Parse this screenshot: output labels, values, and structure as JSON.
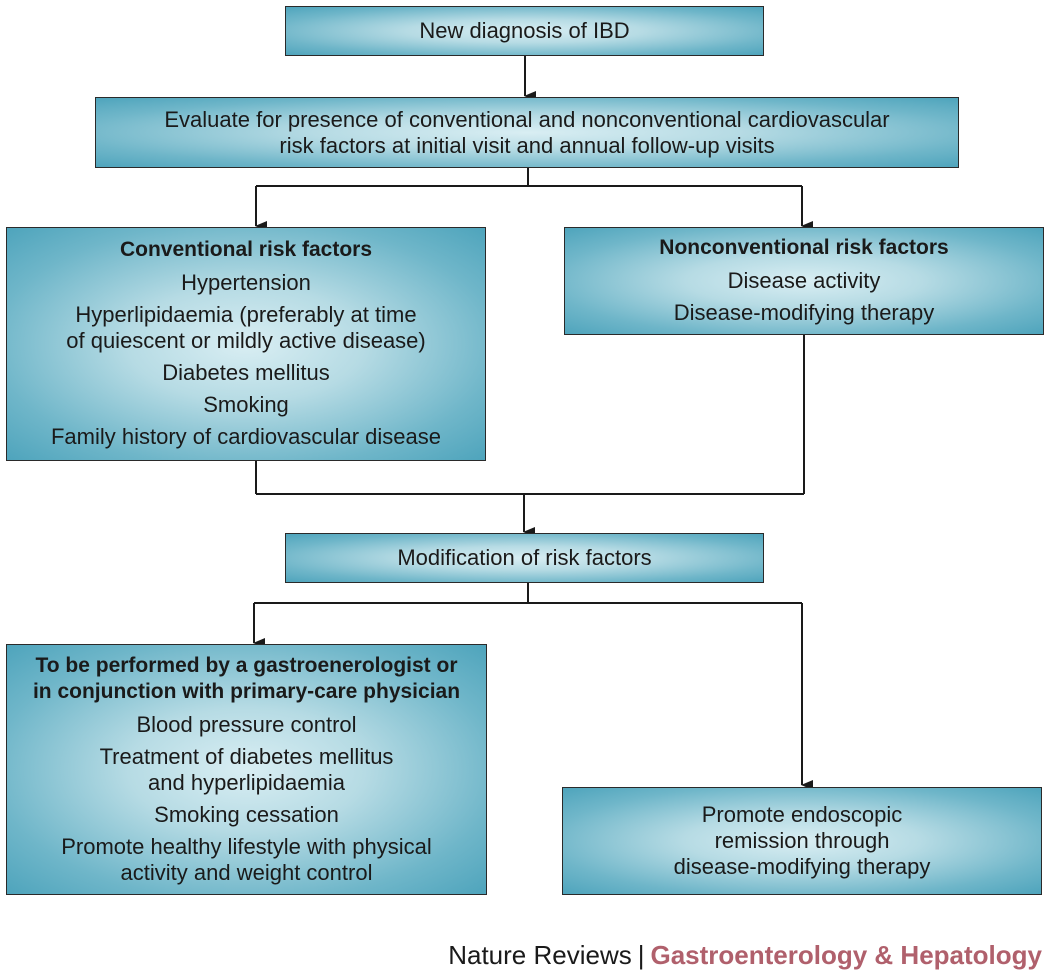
{
  "boxes": {
    "diagnosis": {
      "text": "New diagnosis of IBD"
    },
    "evaluate": {
      "text": "Evaluate for presence of conventional and nonconventional cardiovascular\nrisk factors at initial visit and annual follow-up visits"
    },
    "conventional": {
      "heading": "Conventional risk factors",
      "items": [
        "Hypertension",
        "Hyperlipidaemia (preferably at time\nof quiescent or mildly active disease)",
        "Diabetes mellitus",
        "Smoking",
        "Family history of cardiovascular disease"
      ]
    },
    "nonconventional": {
      "heading": "Nonconventional risk factors",
      "items": [
        "Disease activity",
        "Disease-modifying therapy"
      ]
    },
    "modification": {
      "text": "Modification of risk factors"
    },
    "gastro": {
      "heading": "To be performed by a gastroenerologist or\nin conjunction with primary-care physician",
      "items": [
        "Blood pressure control",
        "Treatment of diabetes mellitus\nand hyperlipidaemia",
        "Smoking cessation",
        "Promote healthy lifestyle with physical\nactivity and weight control"
      ]
    },
    "endoscopic": {
      "text": "Promote endoscopic\nremission through\ndisease-modifying therapy"
    }
  },
  "credit": {
    "publisher": "Nature Reviews",
    "separator": "|",
    "journal": "Gastroenterology & Hepatology"
  }
}
